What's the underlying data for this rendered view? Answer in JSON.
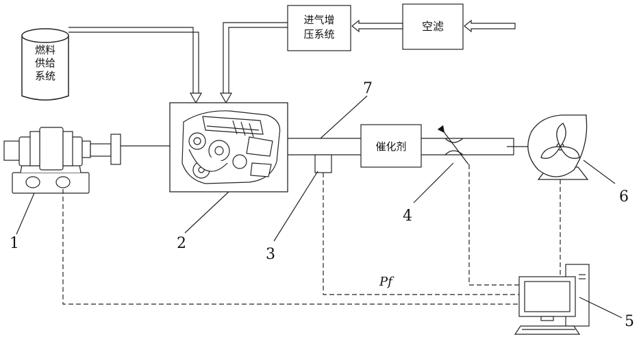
{
  "labels": {
    "fuel_line1": "燃料",
    "fuel_line2": "供给",
    "fuel_line3": "系统",
    "intake_line1": "进气增",
    "intake_line2": "压系统",
    "air_filter": "空滤",
    "catalyst": "催化剂",
    "pf": "Pf"
  },
  "callouts": {
    "n1": "1",
    "n2": "2",
    "n3": "3",
    "n4": "4",
    "n5": "5",
    "n6": "6",
    "n7": "7"
  }
}
